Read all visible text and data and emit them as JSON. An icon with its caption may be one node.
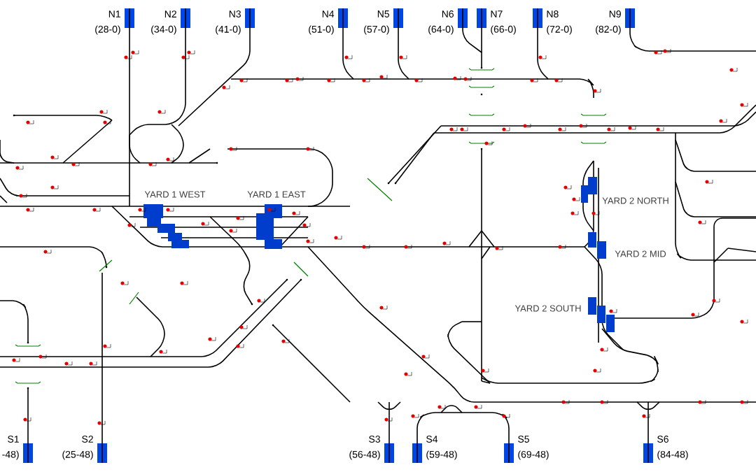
{
  "diagram": {
    "nodes": [
      {
        "text": [
          "N1"
        ],
        "beside": [
          "(28-0)"
        ]
      },
      {
        "text": [
          "N2"
        ],
        "beside": [
          "(34-0)"
        ]
      },
      {
        "text": [
          "N3"
        ],
        "beside": [
          "(41-0)"
        ]
      },
      {
        "text": [
          "N4"
        ],
        "beside": [
          "(51-0)"
        ]
      },
      {
        "text": [
          "N5"
        ],
        "beside": [
          "(57-0)"
        ]
      },
      {
        "text": [
          "N6"
        ],
        "beside": [
          "(64-0)"
        ]
      },
      {
        "text": [
          "N7"
        ],
        "beside": [
          "(66-0)"
        ]
      },
      {
        "text": [
          "N8"
        ],
        "beside": [
          "(72-0)"
        ]
      },
      {
        "text": [
          "N9"
        ],
        "beside": [
          "(82-0)"
        ]
      },
      {
        "text": [
          "S1"
        ],
        "beside": [
          "-48)"
        ]
      },
      {
        "text": [
          "S2"
        ],
        "beside": [
          "(25-48)"
        ]
      },
      {
        "text": [
          "S3"
        ],
        "beside": [
          "(56-48)"
        ]
      },
      {
        "text": [
          "S4"
        ],
        "beside": [
          "(59-48)"
        ]
      },
      {
        "text": [
          "S5"
        ],
        "beside": [
          "(69-48)"
        ]
      },
      {
        "text": [
          "S6"
        ],
        "beside": [
          "(84-48)"
        ]
      }
    ],
    "labels": [
      "YARD 1 WEST",
      "YARD 1 EAST",
      "YARD 2 NORTH",
      "YARD 2 MID",
      "YARD 2 SOUTH"
    ]
  }
}
